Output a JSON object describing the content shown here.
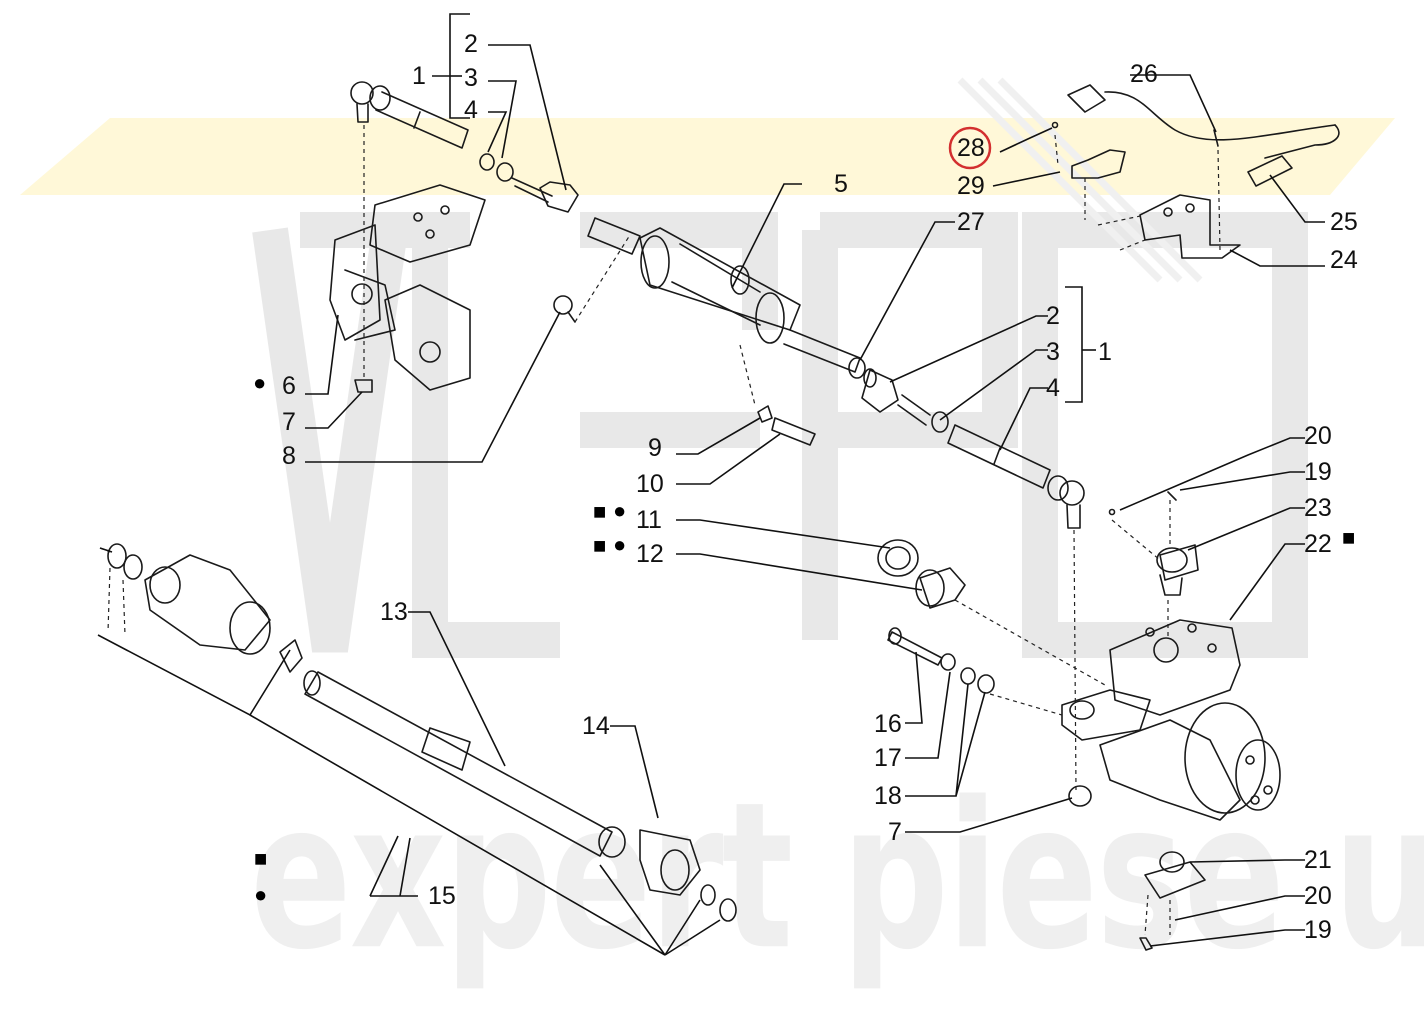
{
  "watermark": {
    "text": "expert piese utilaje",
    "band_color": "#fff8d8",
    "logo_color": "#e8e8e8"
  },
  "highlight": {
    "part": "28",
    "color": "#d32f2f"
  },
  "symbols": {
    "circle": "●",
    "square": "■"
  },
  "labels": {
    "l1a": "1",
    "l2a": "2",
    "l3a": "3",
    "l4a": "4",
    "l5": "5",
    "l6": "6",
    "l7a": "7",
    "l8": "8",
    "l9": "9",
    "l10": "10",
    "l11": "11",
    "l12": "12",
    "l13": "13",
    "l14": "14",
    "l15": "15",
    "l16": "16",
    "l17": "17",
    "l18": "18",
    "l19a": "19",
    "l19b": "19",
    "l20a": "20",
    "l20b": "20",
    "l21": "21",
    "l22": "22",
    "l23": "23",
    "l24": "24",
    "l25": "25",
    "l26": "26",
    "l27": "27",
    "l28": "28",
    "l29": "29",
    "l2b": "2",
    "l3b": "3",
    "l4b": "4",
    "l1b": "1",
    "l7b": "7"
  }
}
